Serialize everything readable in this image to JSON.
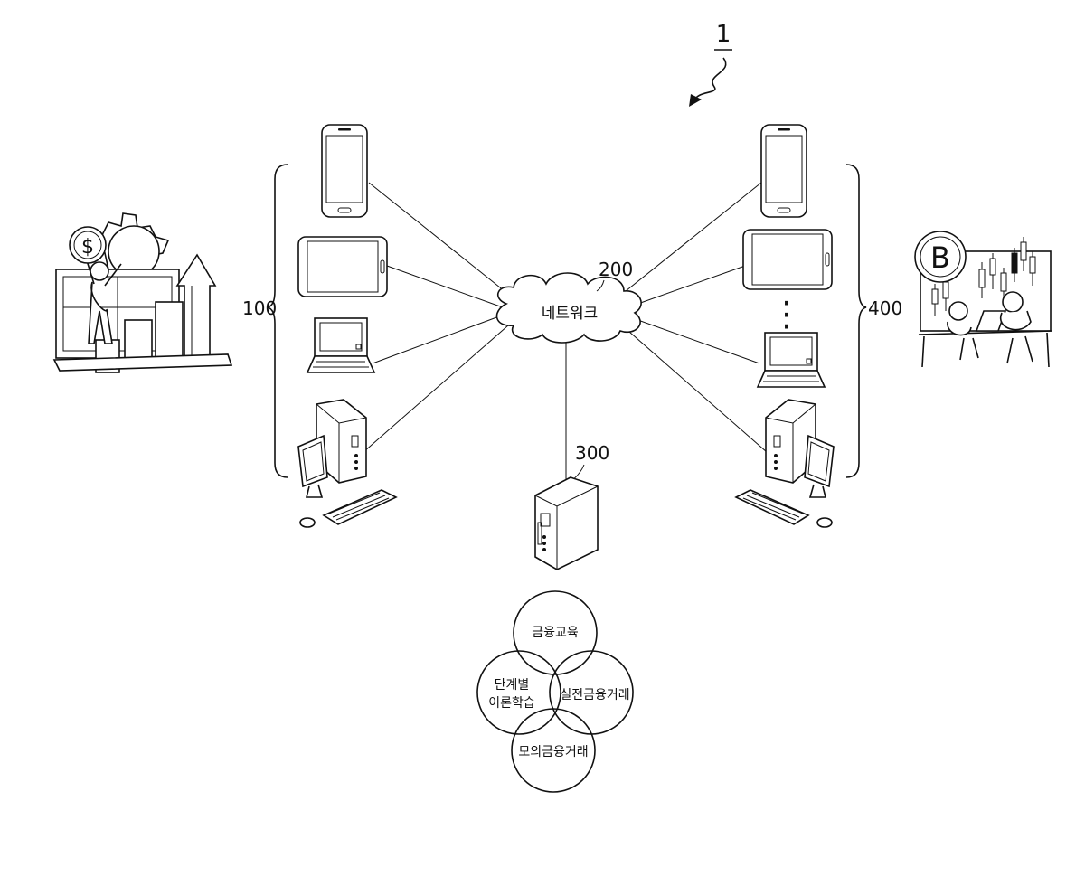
{
  "figure": {
    "ref_system": "1",
    "ref_user_terminals": "100",
    "ref_network": "200",
    "ref_server": "300",
    "ref_expert_terminals": "400",
    "network_label": "네트워크",
    "dollar_symbol": "$",
    "bitcoin_symbol": "B",
    "ellipsis": "⋮"
  },
  "venn": {
    "top": "금융교육",
    "left_line1": "단계별",
    "left_line2": "이론학습",
    "right": "실전금융거래",
    "bottom": "모의금융거래"
  },
  "icons": {
    "user_side": [
      "smartphone-icon",
      "tablet-icon",
      "laptop-icon",
      "desktop-computer-icon"
    ],
    "expert_side": [
      "smartphone-icon",
      "tablet-icon",
      "laptop-icon",
      "desktop-computer-icon"
    ],
    "server": "server-tower-icon"
  }
}
